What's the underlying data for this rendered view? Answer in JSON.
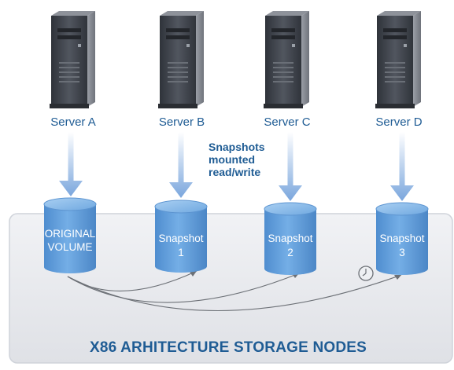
{
  "servers": [
    {
      "label": "Server A"
    },
    {
      "label": "Server B"
    },
    {
      "label": "Server C"
    },
    {
      "label": "Server D"
    }
  ],
  "note": {
    "lines": [
      "Snapshots",
      "mounted",
      "read/write"
    ]
  },
  "volumes": [
    {
      "lines": [
        "ORIGINAL",
        "VOLUME"
      ]
    },
    {
      "lines": [
        "Snapshot",
        "1"
      ]
    },
    {
      "lines": [
        "Snapshot",
        "2"
      ]
    },
    {
      "lines": [
        "Snapshot",
        "3"
      ]
    }
  ],
  "storage_label": "X86 ARHITECTURE STORAGE NODES",
  "icons": [
    "server-tower-icon",
    "down-arrow-icon",
    "cylinder-volume-icon",
    "clock-icon"
  ],
  "colors": {
    "text_blue": "#1f5c94",
    "arrow_blue": "#6c9bd7",
    "cylinder_blue": "#5f9bd6",
    "panel_gray": "#e5e7ec",
    "server_dark": "#3b3f46"
  }
}
